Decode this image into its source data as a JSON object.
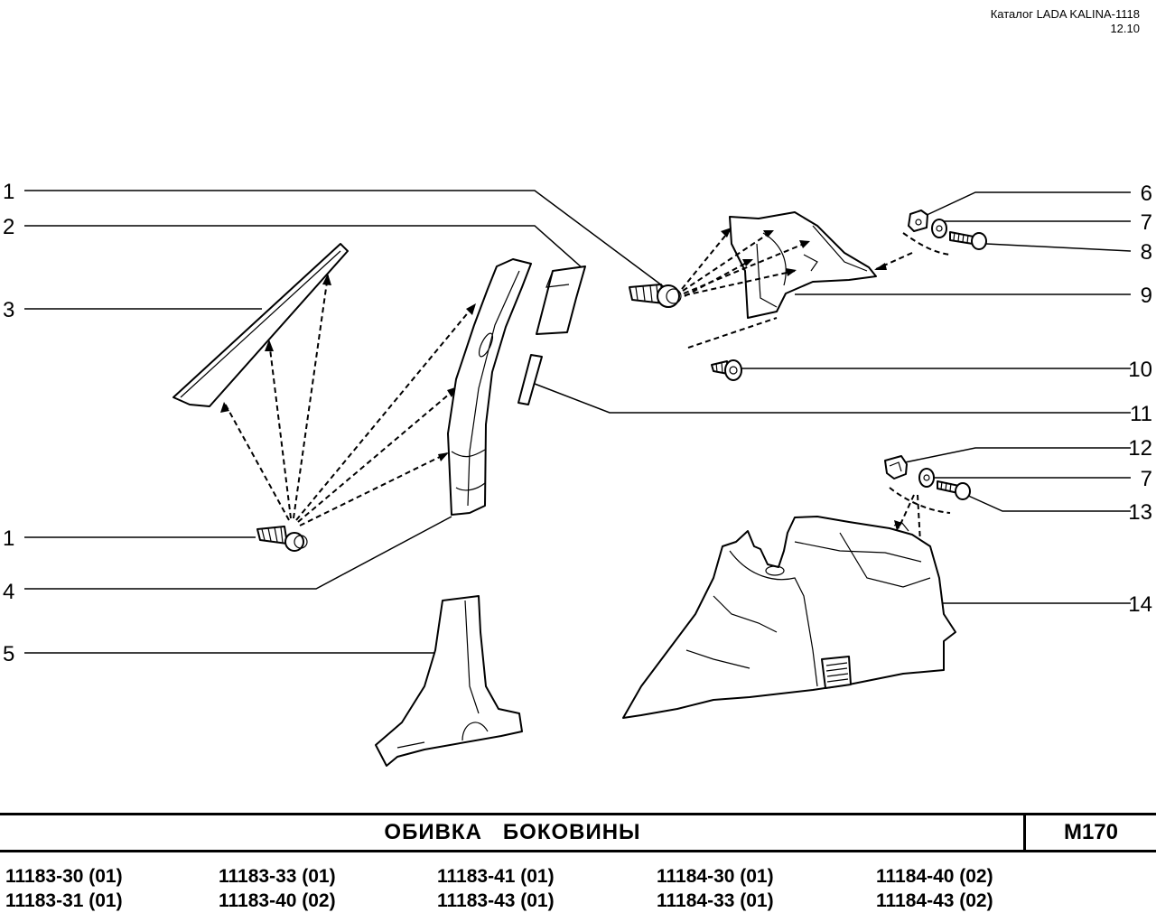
{
  "header": {
    "catalog": "Каталог LADA KALINA-1118",
    "date": "12.10"
  },
  "callouts": {
    "c1a": "1",
    "c2": "2",
    "c3": "3",
    "c1b": "1",
    "c4": "4",
    "c5": "5",
    "c6": "6",
    "c7a": "7",
    "c8": "8",
    "c9": "9",
    "c10": "10",
    "c11": "11",
    "c12": "12",
    "c7b": "7",
    "c13": "13",
    "c14": "14"
  },
  "footer": {
    "title": "ОБИВКА   БОКОВИНЫ",
    "code": "М170",
    "models": [
      "11183-30 (01)",
      "11183-33 (01)",
      "11183-41 (01)",
      "11184-30 (01)",
      "11184-40 (02)",
      "11183-31 (01)",
      "11183-40 (02)",
      "11183-43 (01)",
      "11184-33 (01)",
      "11184-43 (02)"
    ]
  }
}
